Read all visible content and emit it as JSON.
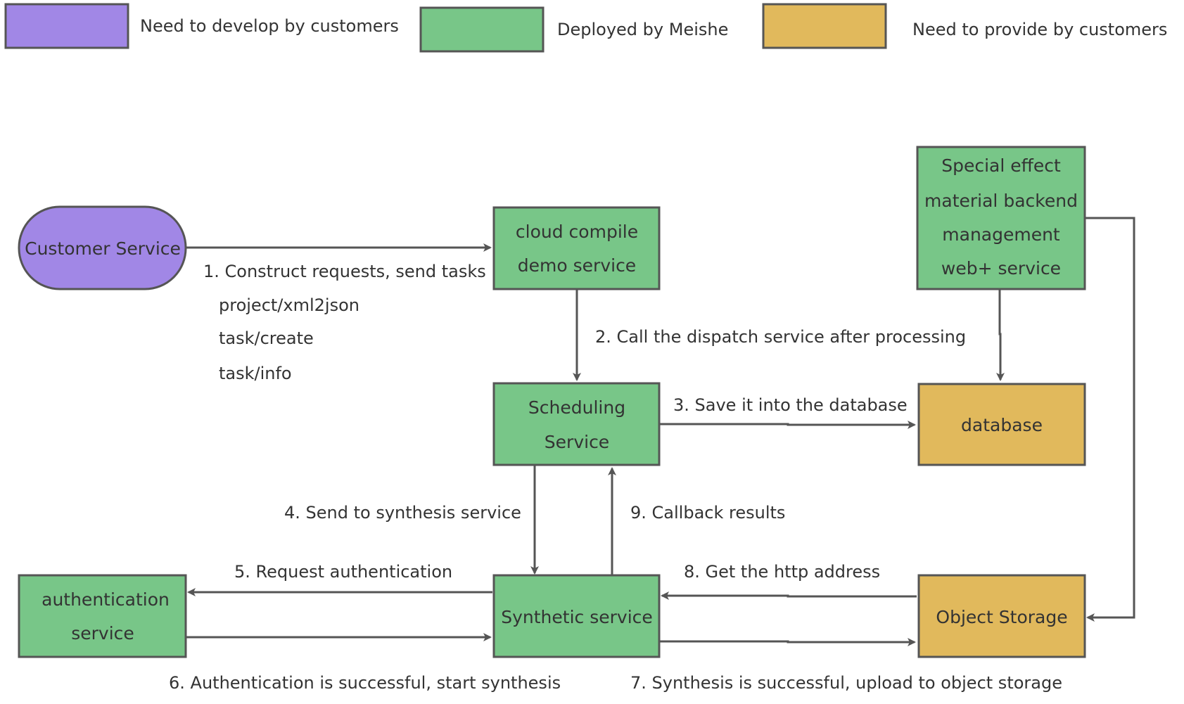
{
  "colors": {
    "purple": "#a187e6",
    "green": "#78c688",
    "gold": "#e1b95c",
    "stroke": "#555555",
    "text": "#333333"
  },
  "legend": [
    {
      "label": "Need to develop by customers",
      "color": "purple"
    },
    {
      "label": "Deployed by Meishe",
      "color": "green"
    },
    {
      "label": "Need to provide by customers",
      "color": "gold"
    }
  ],
  "nodes": {
    "customer_service": {
      "lines": [
        "Customer Service"
      ],
      "color": "purple",
      "shape": "rounded"
    },
    "cloud_compile": {
      "lines": [
        "cloud compile",
        "demo service"
      ],
      "color": "green"
    },
    "special_effect": {
      "lines": [
        "Special effect",
        "material backend",
        "management",
        "web+ service"
      ],
      "color": "green"
    },
    "scheduling": {
      "lines": [
        "Scheduling",
        "Service"
      ],
      "color": "green"
    },
    "database": {
      "lines": [
        "database"
      ],
      "color": "gold"
    },
    "authentication": {
      "lines": [
        "authentication",
        "service"
      ],
      "color": "green"
    },
    "synthetic": {
      "lines": [
        "Synthetic service"
      ],
      "color": "green"
    },
    "object_storage": {
      "lines": [
        "Object Storage"
      ],
      "color": "gold"
    }
  },
  "edge_labels": {
    "step1": [
      "1. Construct requests, send tasks",
      "project/xml2json",
      "task/create",
      "task/info"
    ],
    "step2": "2. Call the dispatch service after processing",
    "step3": "3. Save it into the database",
    "step4": "4. Send to synthesis service",
    "step5": "5. Request authentication",
    "step6": "6. Authentication is successful, start synthesis",
    "step7": "7. Synthesis is successful, upload to object storage",
    "step8": "8. Get the http address",
    "step9": "9. Callback results"
  }
}
